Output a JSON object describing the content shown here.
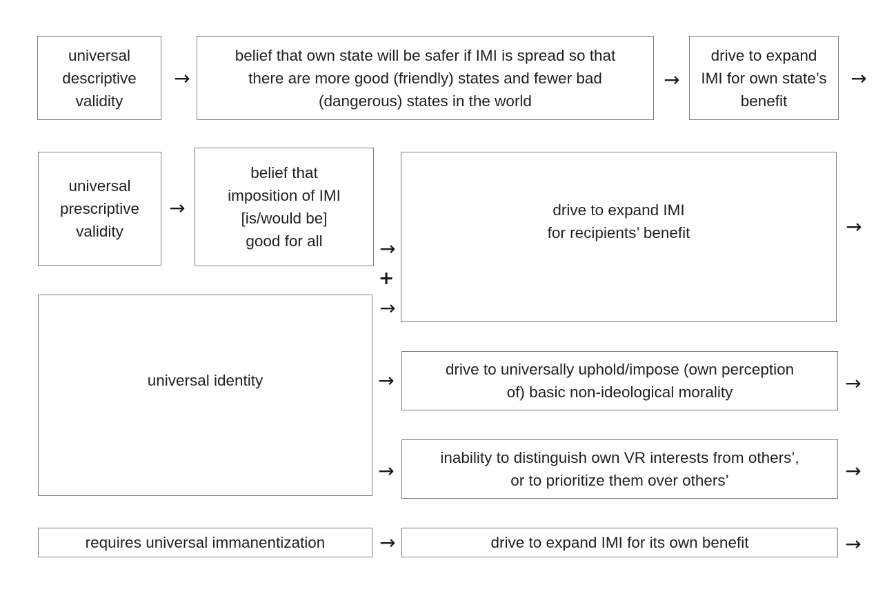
{
  "diagram": {
    "glyphs": {
      "arrow": "→",
      "plus": "+"
    },
    "colors": {
      "background": "#ffffff",
      "box_border": "#7d7d7d",
      "text": "#1f1f1f"
    },
    "nodes": {
      "universal_descriptive_validity": "universal\ndescriptive\nvalidity",
      "belief_spread_safer": "belief that own state will be safer if IMI is spread so that\nthere are more good (friendly) states and fewer bad\n(dangerous) states in the world",
      "drive_expand_own_state": "drive to expand\nIMI for own state’s\nbenefit",
      "universal_prescriptive_validity": "universal\nprescriptive\nvalidity",
      "belief_imposition_good": "belief that\nimposition of IMI\n[is/would be]\ngood for all",
      "drive_expand_recipients": "drive to expand IMI\nfor recipients’ benefit",
      "universal_identity": "universal identity",
      "drive_uphold_morality": "drive to universally uphold/impose (own perception\nof) basic non-ideological morality",
      "inability_distinguish_vr": "inability to distinguish own VR interests from others’,\nor to prioritize them over others’",
      "requires_universal_immanentization": "requires universal immanentization",
      "drive_expand_own_benefit": "drive to expand IMI for its own benefit"
    }
  }
}
